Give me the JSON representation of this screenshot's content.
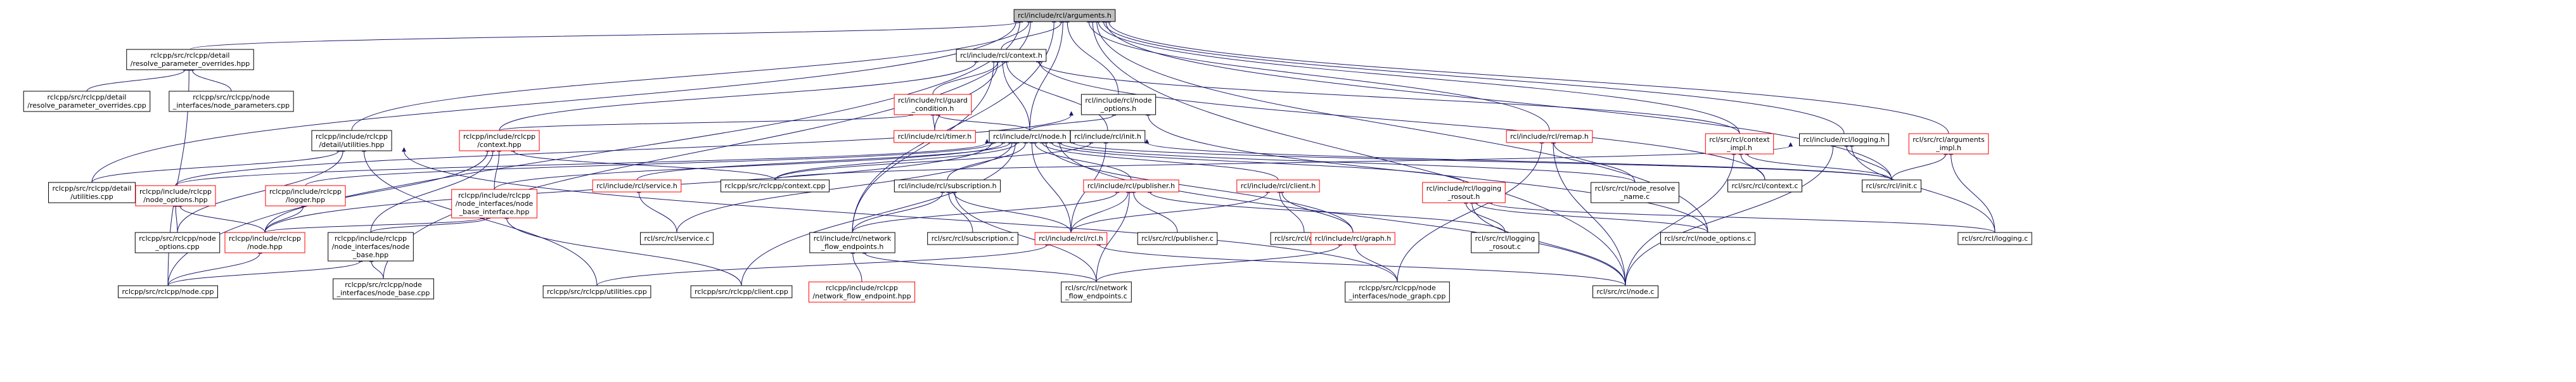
{
  "colors": {
    "edge": "#191970",
    "node_border_black": "#000000",
    "node_border_red": "#ff0000",
    "root_fill": "#bfbfbf",
    "node_fill": "#ffffff"
  },
  "nodes": [
    {
      "id": "root",
      "lines": [
        "rcl/include/rcl/arguments.h"
      ],
      "style": "root"
    },
    {
      "id": "resolve_h",
      "lines": [
        "rclcpp/src/rclcpp/detail",
        "/resolve_parameter_overrides.hpp"
      ],
      "style": "black"
    },
    {
      "id": "resolve_cpp",
      "lines": [
        "rclcpp/src/rclcpp/detail",
        "/resolve_parameter_overrides.cpp"
      ],
      "style": "black"
    },
    {
      "id": "node_params_cpp",
      "lines": [
        "rclcpp/src/rclcpp/node",
        "_interfaces/node_parameters.cpp"
      ],
      "style": "black"
    },
    {
      "id": "context_h",
      "lines": [
        "rcl/include/rcl/context.h"
      ],
      "style": "black"
    },
    {
      "id": "guard_h",
      "lines": [
        "rcl/include/rcl/guard",
        "_condition.h"
      ],
      "style": "red"
    },
    {
      "id": "node_options_h",
      "lines": [
        "rcl/include/rcl/node",
        "_options.h"
      ],
      "style": "black"
    },
    {
      "id": "timer_h",
      "lines": [
        "rcl/include/rcl/timer.h"
      ],
      "style": "red"
    },
    {
      "id": "utilities_hpp",
      "lines": [
        "rclcpp/include/rclcpp",
        "/detail/utilities.hpp"
      ],
      "style": "black"
    },
    {
      "id": "context_hpp",
      "lines": [
        "rclcpp/include/rclcpp",
        "/context.hpp"
      ],
      "style": "red"
    },
    {
      "id": "node_h",
      "lines": [
        "rcl/include/rcl/node.h"
      ],
      "style": "black"
    },
    {
      "id": "init_h",
      "lines": [
        "rcl/include/rcl/init.h"
      ],
      "style": "black"
    },
    {
      "id": "remap_h",
      "lines": [
        "rcl/include/rcl/remap.h"
      ],
      "style": "red"
    },
    {
      "id": "context_impl_h",
      "lines": [
        "rcl/src/rcl/context",
        "_impl.h"
      ],
      "style": "red"
    },
    {
      "id": "logging_h",
      "lines": [
        "rcl/include/rcl/logging.h"
      ],
      "style": "black"
    },
    {
      "id": "arguments_impl_h",
      "lines": [
        "rcl/src/rcl/arguments",
        "_impl.h"
      ],
      "style": "red"
    },
    {
      "id": "utilities_cpp_detail",
      "lines": [
        "rclcpp/src/rclcpp/detail",
        "/utilities.cpp"
      ],
      "style": "black"
    },
    {
      "id": "node_options_hpp",
      "lines": [
        "rclcpp/include/rclcpp",
        "/node_options.hpp"
      ],
      "style": "red"
    },
    {
      "id": "logger_hpp",
      "lines": [
        "rclcpp/include/rclcpp",
        "/logger.hpp"
      ],
      "style": "red"
    },
    {
      "id": "node_base_iface_hpp",
      "lines": [
        "rclcpp/include/rclcpp",
        "/node_interfaces/node",
        "_base_interface.hpp"
      ],
      "style": "red"
    },
    {
      "id": "service_h",
      "lines": [
        "rcl/include/rcl/service.h"
      ],
      "style": "red"
    },
    {
      "id": "context_cpp",
      "lines": [
        "rclcpp/src/rclcpp/context.cpp"
      ],
      "style": "black"
    },
    {
      "id": "subscription_h",
      "lines": [
        "rcl/include/rcl/subscription.h"
      ],
      "style": "black"
    },
    {
      "id": "publisher_h",
      "lines": [
        "rcl/include/rcl/publisher.h"
      ],
      "style": "red"
    },
    {
      "id": "client_h",
      "lines": [
        "rcl/include/rcl/client.h"
      ],
      "style": "red"
    },
    {
      "id": "logging_rosout_h",
      "lines": [
        "rcl/include/rcl/logging",
        "_rosout.h"
      ],
      "style": "red"
    },
    {
      "id": "node_resolve_name_c",
      "lines": [
        "rcl/src/rcl/node_resolve",
        "_name.c"
      ],
      "style": "black"
    },
    {
      "id": "context_c",
      "lines": [
        "rcl/src/rcl/context.c"
      ],
      "style": "black"
    },
    {
      "id": "init_c",
      "lines": [
        "rcl/src/rcl/init.c"
      ],
      "style": "black"
    },
    {
      "id": "node_options_cpp",
      "lines": [
        "rclcpp/src/rclcpp/node",
        "_options.cpp"
      ],
      "style": "black"
    },
    {
      "id": "node_hpp",
      "lines": [
        "rclcpp/include/rclcpp",
        "/node.hpp"
      ],
      "style": "red"
    },
    {
      "id": "node_base_hpp",
      "lines": [
        "rclcpp/include/rclcpp",
        "/node_interfaces/node",
        "_base.hpp"
      ],
      "style": "black"
    },
    {
      "id": "service_c",
      "lines": [
        "rcl/src/rcl/service.c"
      ],
      "style": "black"
    },
    {
      "id": "network_flow_endpoints_h",
      "lines": [
        "rcl/include/rcl/network",
        "_flow_endpoints.h"
      ],
      "style": "black"
    },
    {
      "id": "subscription_c",
      "lines": [
        "rcl/src/rcl/subscription.c"
      ],
      "style": "black"
    },
    {
      "id": "rcl_h",
      "lines": [
        "rcl/include/rcl/rcl.h"
      ],
      "style": "red"
    },
    {
      "id": "publisher_c",
      "lines": [
        "rcl/src/rcl/publisher.c"
      ],
      "style": "black"
    },
    {
      "id": "client_c",
      "lines": [
        "rcl/src/rcl/client.c"
      ],
      "style": "black"
    },
    {
      "id": "graph_h",
      "lines": [
        "rcl/include/rcl/graph.h"
      ],
      "style": "red"
    },
    {
      "id": "logging_rosout_c",
      "lines": [
        "rcl/src/rcl/logging",
        "_rosout.c"
      ],
      "style": "black"
    },
    {
      "id": "node_options_c",
      "lines": [
        "rcl/src/rcl/node_options.c"
      ],
      "style": "black"
    },
    {
      "id": "logging_c",
      "lines": [
        "rcl/src/rcl/logging.c"
      ],
      "style": "black"
    },
    {
      "id": "node_cpp",
      "lines": [
        "rclcpp/src/rclcpp/node.cpp"
      ],
      "style": "black"
    },
    {
      "id": "node_base_cpp",
      "lines": [
        "rclcpp/src/rclcpp/node",
        "_interfaces/node_base.cpp"
      ],
      "style": "black"
    },
    {
      "id": "utilities_cpp",
      "lines": [
        "rclcpp/src/rclcpp/utilities.cpp"
      ],
      "style": "black"
    },
    {
      "id": "client_cpp",
      "lines": [
        "rclcpp/src/rclcpp/client.cpp"
      ],
      "style": "black"
    },
    {
      "id": "network_flow_endpoint_hpp",
      "lines": [
        "rclcpp/include/rclcpp",
        "/network_flow_endpoint.hpp"
      ],
      "style": "red"
    },
    {
      "id": "network_flow_endpoints_c",
      "lines": [
        "rcl/src/rcl/network",
        "_flow_endpoints.c"
      ],
      "style": "black"
    },
    {
      "id": "node_graph_cpp",
      "lines": [
        "rclcpp/src/rclcpp/node",
        "_interfaces/node_graph.cpp"
      ],
      "style": "black"
    },
    {
      "id": "node_c",
      "lines": [
        "rcl/src/rcl/node.c"
      ],
      "style": "black"
    }
  ],
  "edges": [
    [
      "root",
      "resolve_h"
    ],
    [
      "root",
      "context_h"
    ],
    [
      "root",
      "node_options_h"
    ],
    [
      "root",
      "utilities_hpp"
    ],
    [
      "root",
      "remap_h"
    ],
    [
      "root",
      "context_impl_h"
    ],
    [
      "root",
      "logging_h"
    ],
    [
      "root",
      "arguments_impl_h"
    ],
    [
      "root",
      "utilities_cpp_detail"
    ],
    [
      "root",
      "node_h"
    ],
    [
      "root",
      "init_c"
    ],
    [
      "root",
      "node_cpp"
    ],
    [
      "root",
      "node_options_c"
    ],
    [
      "root",
      "node_c"
    ],
    [
      "root",
      "network_flow_endpoints_h"
    ],
    [
      "root",
      "node_base_cpp"
    ],
    [
      "resolve_h",
      "resolve_cpp"
    ],
    [
      "resolve_h",
      "node_params_cpp"
    ],
    [
      "resolve_h",
      "node_cpp"
    ],
    [
      "context_h",
      "guard_h"
    ],
    [
      "context_h",
      "timer_h"
    ],
    [
      "context_h",
      "node_h"
    ],
    [
      "context_h",
      "init_h"
    ],
    [
      "context_h",
      "context_hpp"
    ],
    [
      "context_h",
      "context_impl_h"
    ],
    [
      "context_h",
      "context_c"
    ],
    [
      "context_h",
      "network_flow_endpoints_h"
    ],
    [
      "guard_h",
      "timer_h"
    ],
    [
      "guard_h",
      "node_h"
    ],
    [
      "guard_h",
      "context_hpp"
    ],
    [
      "node_options_h",
      "node_h"
    ],
    [
      "node_options_h",
      "node_options_c"
    ],
    [
      "node_options_h",
      "node_options_hpp"
    ],
    [
      "utilities_hpp",
      "utilities_cpp_detail"
    ],
    [
      "utilities_hpp",
      "node_options_cpp"
    ],
    [
      "utilities_hpp",
      "utilities_cpp"
    ],
    [
      "utilities_hpp",
      "node_graph_cpp"
    ],
    [
      "context_hpp",
      "node_base_iface_hpp"
    ],
    [
      "context_hpp",
      "context_cpp"
    ],
    [
      "context_hpp",
      "node_hpp"
    ],
    [
      "context_hpp",
      "node_base_hpp"
    ],
    [
      "node_h",
      "node_options_hpp"
    ],
    [
      "node_h",
      "logger_hpp"
    ],
    [
      "node_h",
      "node_base_iface_hpp"
    ],
    [
      "node_h",
      "service_h"
    ],
    [
      "node_h",
      "context_cpp"
    ],
    [
      "node_h",
      "subscription_h"
    ],
    [
      "node_h",
      "publisher_h"
    ],
    [
      "node_h",
      "client_h"
    ],
    [
      "node_h",
      "logging_rosout_h"
    ],
    [
      "node_h",
      "node_resolve_name_c"
    ],
    [
      "node_h",
      "init_c"
    ],
    [
      "node_h",
      "graph_h"
    ],
    [
      "node_h",
      "rcl_h"
    ],
    [
      "node_h",
      "service_c"
    ],
    [
      "node_h",
      "client_cpp"
    ],
    [
      "node_h",
      "node_c"
    ],
    [
      "node_h",
      "node_hpp"
    ],
    [
      "init_h",
      "rcl_h"
    ],
    [
      "init_h",
      "init_c"
    ],
    [
      "init_h",
      "context_cpp"
    ],
    [
      "remap_h",
      "node_resolve_name_c"
    ],
    [
      "remap_h",
      "node_c"
    ],
    [
      "remap_h",
      "node_graph_cpp"
    ],
    [
      "context_impl_h",
      "context_c"
    ],
    [
      "context_impl_h",
      "init_c"
    ],
    [
      "context_impl_h",
      "node_c"
    ],
    [
      "logging_h",
      "init_c"
    ],
    [
      "logging_h",
      "logging_c"
    ],
    [
      "logging_h",
      "node_c"
    ],
    [
      "logging_h",
      "context_cpp"
    ],
    [
      "arguments_impl_h",
      "init_c"
    ],
    [
      "arguments_impl_h",
      "logging_c"
    ],
    [
      "node_options_hpp",
      "node_options_cpp"
    ],
    [
      "node_options_hpp",
      "node_hpp"
    ],
    [
      "logger_hpp",
      "node_hpp"
    ],
    [
      "node_base_iface_hpp",
      "node_hpp"
    ],
    [
      "node_base_iface_hpp",
      "node_base_hpp"
    ],
    [
      "node_base_iface_hpp",
      "client_cpp"
    ],
    [
      "service_h",
      "service_c"
    ],
    [
      "subscription_h",
      "network_flow_endpoints_h"
    ],
    [
      "subscription_h",
      "subscription_c"
    ],
    [
      "subscription_h",
      "rcl_h"
    ],
    [
      "subscription_h",
      "network_flow_endpoints_c"
    ],
    [
      "publisher_h",
      "network_flow_endpoints_h"
    ],
    [
      "publisher_h",
      "rcl_h"
    ],
    [
      "publisher_h",
      "publisher_c"
    ],
    [
      "publisher_h",
      "logging_rosout_c"
    ],
    [
      "publisher_h",
      "network_flow_endpoints_c"
    ],
    [
      "client_h",
      "rcl_h"
    ],
    [
      "client_h",
      "client_c"
    ],
    [
      "client_h",
      "graph_h"
    ],
    [
      "logging_rosout_h",
      "logging_rosout_c"
    ],
    [
      "logging_rosout_h",
      "node_options_c"
    ],
    [
      "logging_rosout_h",
      "logging_c"
    ],
    [
      "logging_rosout_h",
      "node_c"
    ],
    [
      "node_hpp",
      "node_cpp"
    ],
    [
      "node_base_hpp",
      "node_cpp"
    ],
    [
      "node_base_hpp",
      "node_base_cpp"
    ],
    [
      "network_flow_endpoints_h",
      "network_flow_endpoint_hpp"
    ],
    [
      "network_flow_endpoints_h",
      "network_flow_endpoints_c"
    ],
    [
      "rcl_h",
      "utilities_cpp"
    ],
    [
      "rcl_h",
      "node_c"
    ],
    [
      "graph_h",
      "network_flow_endpoints_c"
    ],
    [
      "graph_h",
      "node_graph_cpp"
    ]
  ]
}
